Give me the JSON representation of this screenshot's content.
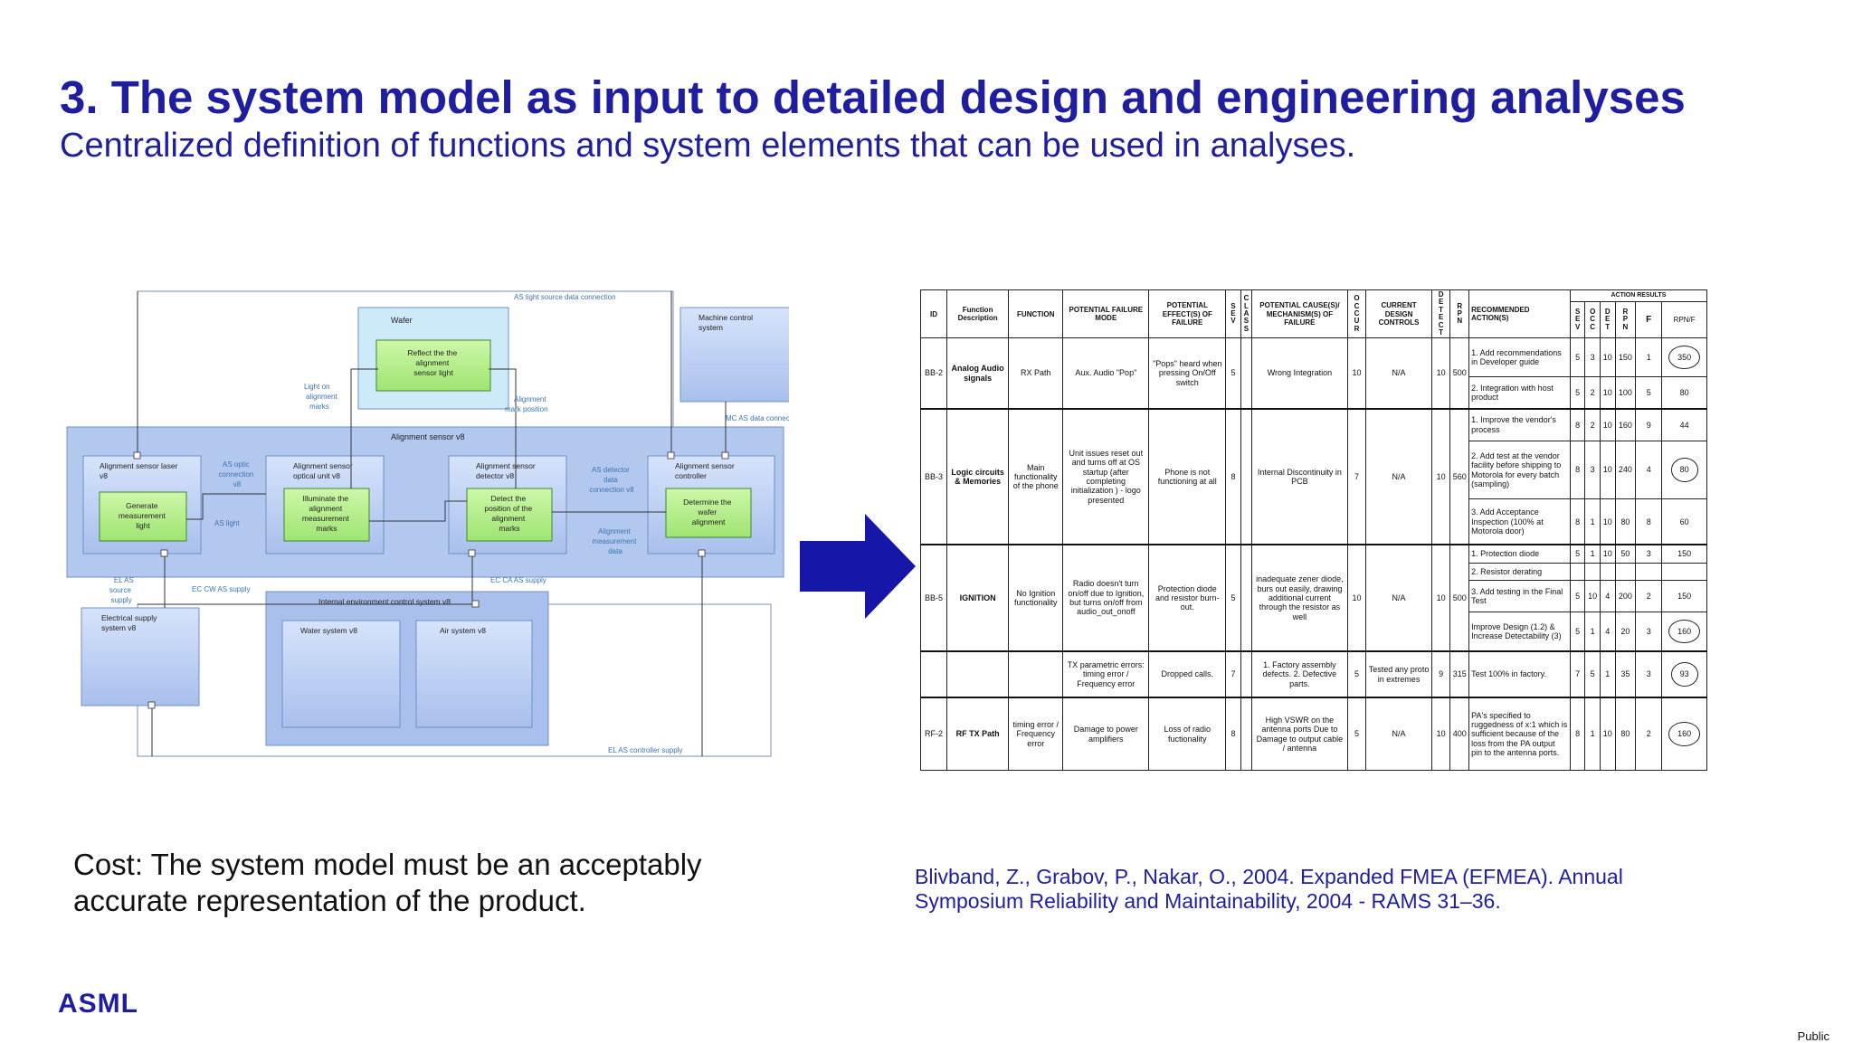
{
  "slide": {
    "title": "3. The system model as input to detailed design and engineering analyses",
    "subtitle": "Centralized definition of functions and system elements that can be used in analyses.",
    "cost_text": "Cost: The system model must be an acceptably accurate representation of the product.",
    "reference": "Blivband, Z., Grabov, P., Nakar, O., 2004. Expanded FMEA (EFMEA). Annual Symposium Reliability and Maintainability, 2004 - RAMS 31–36.",
    "logo": "ASML",
    "classification": "Public"
  },
  "diagram": {
    "blocks": {
      "wafer": "Wafer",
      "reflect": [
        "Reflect the the",
        "alignment",
        "sensor light"
      ],
      "machine_control": [
        "Machine control",
        "system"
      ],
      "as_v8": "Alignment sensor v8",
      "laser": [
        "Alignment sensor laser",
        "v8"
      ],
      "generate": [
        "Generate",
        "measurement",
        "light"
      ],
      "optical": [
        "Alignment sensor",
        "optical unit v8"
      ],
      "illuminate": [
        "Illuminate the",
        "alignment",
        "measurement",
        "marks"
      ],
      "detector": [
        "Alignment sensor",
        "detector v8"
      ],
      "detect": [
        "Detect the",
        "position of the",
        "alignment",
        "marks"
      ],
      "controller": [
        "Alignment sensor",
        "controller"
      ],
      "determine": [
        "Determine the",
        "wafer",
        "alignment"
      ],
      "electrical": [
        "Electrical supply",
        "system v8"
      ],
      "internal_env": "Internal environment control system v8",
      "water": "Water system v8",
      "air": "Air system v8"
    },
    "flows": {
      "as_light_source": "AS light source data connection",
      "light_on_marks": [
        "Light on",
        "alignment",
        "marks"
      ],
      "alignment_mark_pos": [
        "Alignment",
        "mark position"
      ],
      "mc_as_data": "MC AS data connection",
      "as_optic": [
        "AS optic",
        "connection",
        "v8"
      ],
      "as_light": "AS light",
      "as_detector": [
        "AS detector",
        "data",
        "connection v8"
      ],
      "alignment_meas_data": [
        "Alignment",
        "measurement",
        "data"
      ],
      "el_as_source": [
        "EL AS",
        "source",
        "supply"
      ],
      "ec_cw": "EC CW AS supply",
      "ec_ca": "EC CA AS supply",
      "el_as_controller": "EL AS controller supply"
    },
    "colors": {
      "block_fill": "#b9cdf0",
      "block_stroke": "#6f8fc8",
      "func_fill": "#b8f08a",
      "func_stroke": "#3a8a2a",
      "flow_text": "#3b73b0",
      "wafer_fill": "#cdeaf9"
    }
  },
  "fmea": {
    "action_results_label": "ACTION RESULTS",
    "headers": {
      "id": "ID",
      "function_desc": "Function Description",
      "function": "FUNCTION",
      "failure_mode": "POTENTIAL FAILURE MODE",
      "effects": "POTENTIAL EFFECT(S) OF FAILURE",
      "sev": "SEV",
      "class": "CLASS",
      "causes": "POTENTIAL CAUSE(S)/ MECHANISM(S) OF FAILURE",
      "occur": "OCCUR",
      "controls": "CURRENT DESIGN CONTROLS",
      "detect": "DETECT",
      "rpn": "RPN",
      "actions": "RECOMMENDED ACTION(S)",
      "ar_sev": "SEV",
      "ar_occ": "OCC",
      "ar_det": "DET",
      "ar_rpn": "RPN",
      "f": "F",
      "rpn_f": "RPN/F"
    },
    "groups": [
      {
        "id": "BB-2",
        "desc": "Analog Audio signals",
        "function": "RX Path",
        "mode": "Aux. Audio \"Pop\"",
        "effect": "\"Pops\" heard when pressing On/Off switch",
        "sev": "5",
        "cause": "Wrong Integration",
        "occ": "10",
        "controls": "N/A",
        "det": "10",
        "rpn": "500",
        "actions": [
          {
            "text": "1. Add recommendations in Developer guide",
            "s": "5",
            "o": "3",
            "d": "10",
            "r": "150",
            "f": "1",
            "rf": "350",
            "circ": true
          },
          {
            "text": "2. Integration with host product",
            "s": "5",
            "o": "2",
            "d": "10",
            "r": "100",
            "f": "5",
            "rf": "80",
            "circ": false
          }
        ]
      },
      {
        "id": "BB-3",
        "desc": "Logic circuits & Memories",
        "function": "Main functionality of the phone",
        "mode": "Unit issues reset out and turns off at OS startup (after completing initialization ) - logo presented",
        "effect": "Phone is not functioning at all",
        "sev": "8",
        "cause": "Internal Discontinuity in PCB",
        "occ": "7",
        "controls": "N/A",
        "det": "10",
        "rpn": "560",
        "actions": [
          {
            "text": "1. Improve the vendor's process",
            "s": "8",
            "o": "2",
            "d": "10",
            "r": "160",
            "f": "9",
            "rf": "44",
            "circ": false
          },
          {
            "text": "2. Add test at the vendor facility before shipping to Motorola for every batch (sampling)",
            "s": "8",
            "o": "3",
            "d": "10",
            "r": "240",
            "f": "4",
            "rf": "80",
            "circ": true
          },
          {
            "text": "3. Add Acceptance Inspection (100% at Motorola door)",
            "s": "8",
            "o": "1",
            "d": "10",
            "r": "80",
            "f": "8",
            "rf": "60",
            "circ": false
          }
        ]
      },
      {
        "id": "BB-5",
        "desc": "IGNITION",
        "function": "No Ignition functionality",
        "mode": "Radio doesn't turn on/off due to Ignition, but turns on/off from audio_out_onoff",
        "effect": "Protection diode and resistor burn-out.",
        "sev": "5",
        "cause": "inadequate zener diode, burs out easily, drawing additional current through the resistor as well",
        "occ": "10",
        "controls": "N/A",
        "det": "10",
        "rpn": "500",
        "actions": [
          {
            "text": "1. Protection diode",
            "s": "5",
            "o": "1",
            "d": "10",
            "r": "50",
            "f": "3",
            "rf": "150",
            "circ": false
          },
          {
            "text": "2. Resistor derating",
            "s": "",
            "o": "",
            "d": "",
            "r": "",
            "f": "",
            "rf": "",
            "circ": false
          },
          {
            "text": "3. Add testing in the Final Test",
            "s": "5",
            "o": "10",
            "d": "4",
            "r": "200",
            "f": "2",
            "rf": "150",
            "circ": false
          },
          {
            "text": "Improve Design (1.2) & Increase Detectability (3)",
            "s": "5",
            "o": "1",
            "d": "4",
            "r": "20",
            "f": "3",
            "rf": "160",
            "circ": true
          }
        ]
      },
      {
        "id": "",
        "desc": "",
        "function": "",
        "mode": "TX parametric errors: timing error / Frequency error",
        "effect": "Dropped calls.",
        "sev": "7",
        "cause": "1. Factory assembly defects. 2. Defective parts.",
        "occ": "5",
        "controls": "Tested any proto in extremes",
        "det": "9",
        "rpn": "315",
        "actions": [
          {
            "text": "Test 100% in factory.",
            "s": "7",
            "o": "5",
            "d": "1",
            "r": "35",
            "f": "3",
            "rf": "93",
            "circ": true
          }
        ]
      },
      {
        "id": "RF-2",
        "desc": "RF TX Path",
        "function": "timing error / Frequency error",
        "mode": "Damage to power amplifiers",
        "effect": "Loss of radio fuctionality",
        "sev": "8",
        "cause": "High VSWR on the antenna ports Due to Damage to output cable / antenna",
        "occ": "5",
        "controls": "N/A",
        "det": "10",
        "rpn": "400",
        "actions": [
          {
            "text": "PA's specified to ruggedness of x:1 which is sufficient because of the loss from the PA output pin to the antenna ports.",
            "s": "8",
            "o": "1",
            "d": "10",
            "r": "80",
            "f": "2",
            "rf": "160",
            "circ": true
          }
        ]
      }
    ]
  }
}
